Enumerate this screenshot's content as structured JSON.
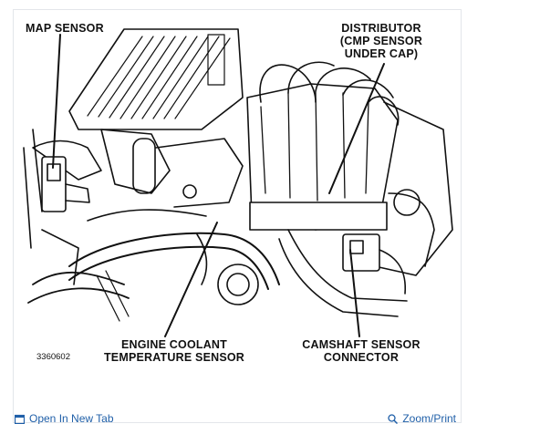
{
  "figure": {
    "id": "3360602",
    "labels": {
      "map_sensor": "MAP SENSOR",
      "distributor_l1": "DISTRIBUTOR",
      "distributor_l2": "(CMP SENSOR",
      "distributor_l3": "UNDER CAP)",
      "ect_l1": "ENGINE COOLANT",
      "ect_l2": "TEMPERATURE SENSOR",
      "cam_l1": "CAMSHAFT SENSOR",
      "cam_l2": "CONNECTOR"
    }
  },
  "actions": {
    "open_new_tab": "Open In New Tab",
    "zoom_print": "Zoom/Print",
    "open_icon": "window-icon",
    "zoom_icon": "magnifier-icon"
  },
  "colors": {
    "link": "#1f5fa8",
    "ink": "#111111",
    "border": "#e3e6ea"
  }
}
